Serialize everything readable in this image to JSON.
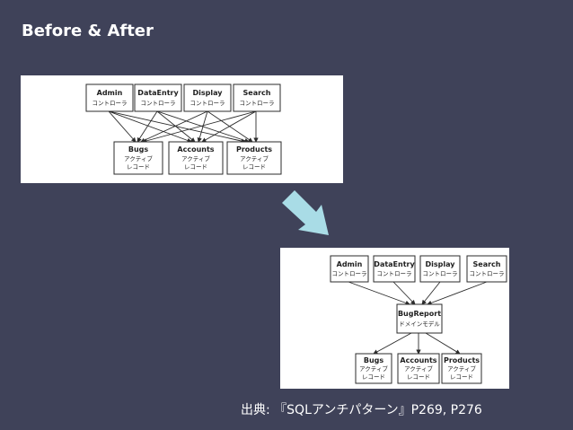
{
  "title": "Before & After",
  "before": {
    "controllers": [
      {
        "name": "Admin",
        "sub": "コントローラ"
      },
      {
        "name": "DataEntry",
        "sub": "コントローラ"
      },
      {
        "name": "Display",
        "sub": "コントローラ"
      },
      {
        "name": "Search",
        "sub": "コントローラ"
      }
    ],
    "models": [
      {
        "name": "Bugs",
        "sub1": "アクティブ",
        "sub2": "レコード"
      },
      {
        "name": "Accounts",
        "sub1": "アクティブ",
        "sub2": "レコード"
      },
      {
        "name": "Products",
        "sub1": "アクティブ",
        "sub2": "レコード"
      }
    ]
  },
  "after": {
    "controllers": [
      {
        "name": "Admin",
        "sub": "コントローラ"
      },
      {
        "name": "DataEntry",
        "sub": "コントローラ"
      },
      {
        "name": "Display",
        "sub": "コントローラ"
      },
      {
        "name": "Search",
        "sub": "コントローラ"
      }
    ],
    "domain_model": {
      "name": "BugReport",
      "sub": "ドメインモデル"
    },
    "models": [
      {
        "name": "Bugs",
        "sub1": "アクティブ",
        "sub2": "レコード"
      },
      {
        "name": "Accounts",
        "sub1": "アクティブ",
        "sub2": "レコード"
      },
      {
        "name": "Products",
        "sub1": "アクティブ",
        "sub2": "レコード"
      }
    ]
  },
  "source": "出典: 『SQLアンチパターン』P269, P276",
  "colors": {
    "background": "#3f4259",
    "arrow": "#a9dce6",
    "panel": "#ffffff"
  }
}
